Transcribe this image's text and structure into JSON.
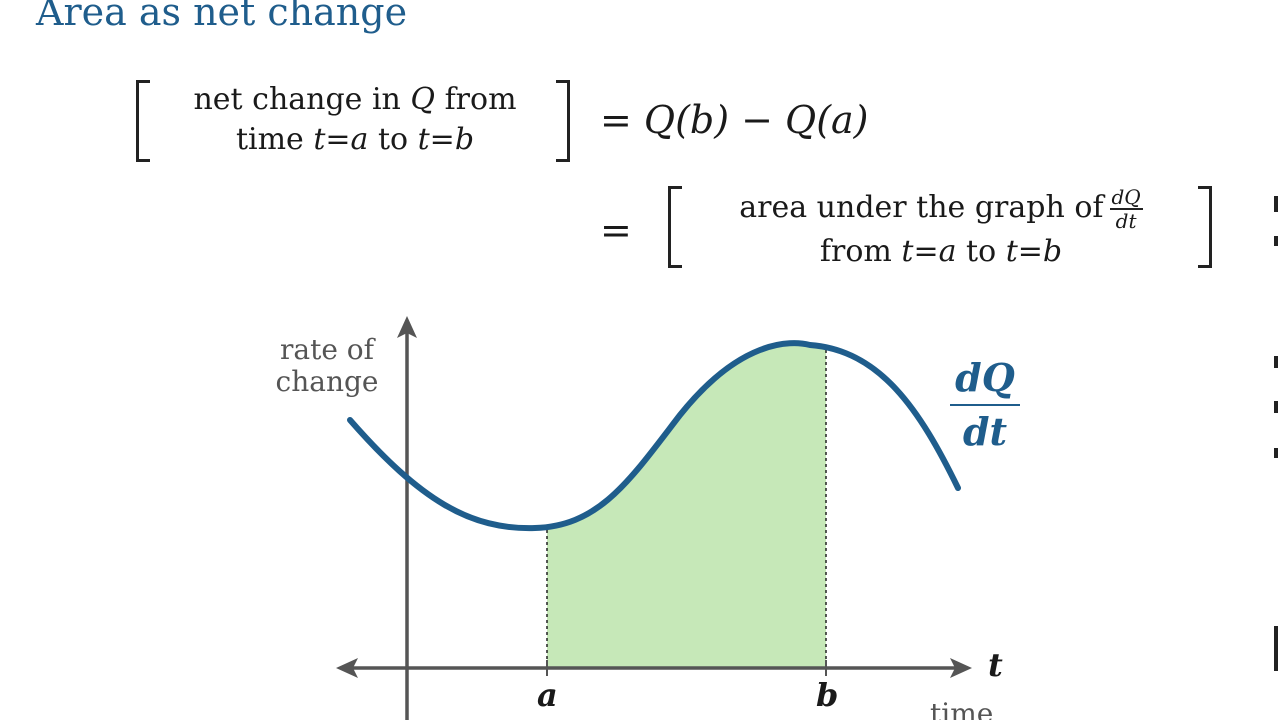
{
  "title": "Area as net change",
  "equation_1": {
    "lhs_line_1_a": "net change in ",
    "lhs_line_1_var": "Q",
    "lhs_line_1_b": " from",
    "lhs_line_2_a": "time ",
    "lhs_line_2_eq1": "t=a",
    "lhs_line_2_b": " to ",
    "lhs_line_2_eq2": "t=b",
    "rhs": "= Q(b) − Q(a)"
  },
  "equation_2": {
    "equals": "=",
    "line_1": "area under the graph of",
    "frac_num": "dQ",
    "frac_den": "dt",
    "line_2_a": "from ",
    "line_2_eq1": "t=a",
    "line_2_b": " to ",
    "line_2_eq2": "t=b"
  },
  "graph": {
    "y_axis_label_line_1": "rate of",
    "y_axis_label_line_2": "change",
    "x_axis_variable": "t",
    "x_axis_label": "time",
    "tick_a": "a",
    "tick_b": "b",
    "curve_label_num": "dQ",
    "curve_label_den": "dt",
    "colors": {
      "curve": "#1f5d8c",
      "shaded_area": "#c6e8b8",
      "axes": "#555555"
    }
  }
}
